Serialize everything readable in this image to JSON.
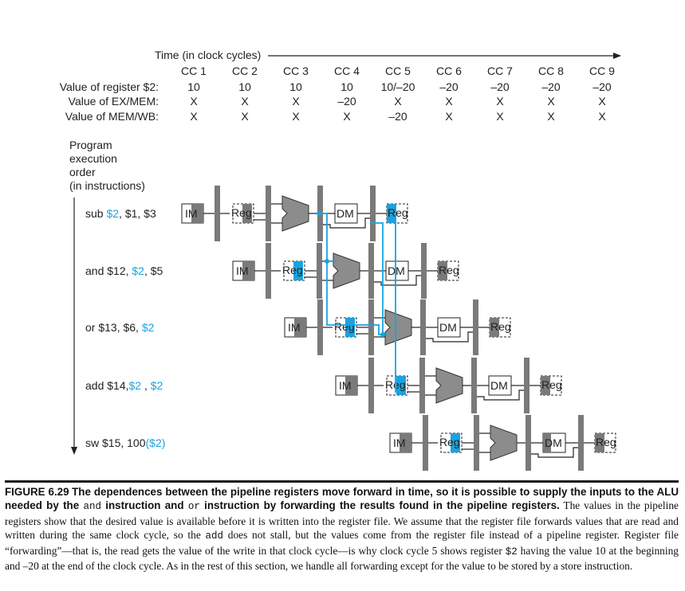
{
  "timeline": {
    "axis_label": "Time (in clock cycles)",
    "cycles": [
      "CC 1",
      "CC 2",
      "CC 3",
      "CC 4",
      "CC 5",
      "CC 6",
      "CC 7",
      "CC 8",
      "CC 9"
    ]
  },
  "value_table": {
    "rows": [
      {
        "label": "Value of register $2:",
        "values": [
          "10",
          "10",
          "10",
          "10",
          "10/–20",
          "–20",
          "–20",
          "–20",
          "–20"
        ]
      },
      {
        "label": "Value of EX/MEM:",
        "values": [
          "X",
          "X",
          "X",
          "–20",
          "X",
          "X",
          "X",
          "X",
          "X"
        ]
      },
      {
        "label": "Value of MEM/WB:",
        "values": [
          "X",
          "X",
          "X",
          "X",
          "–20",
          "X",
          "X",
          "X",
          "X"
        ]
      }
    ]
  },
  "program_order_label": [
    "Program",
    "execution",
    "order",
    "(in instructions)"
  ],
  "instructions": [
    {
      "parts": [
        {
          "text": "sub ",
          "hl": false
        },
        {
          "text": "$2",
          "hl": true
        },
        {
          "text": ", $1, $3",
          "hl": false
        }
      ]
    },
    {
      "parts": [
        {
          "text": "and $12,  ",
          "hl": false
        },
        {
          "text": "$2",
          "hl": true
        },
        {
          "text": ", $5",
          "hl": false
        }
      ]
    },
    {
      "parts": [
        {
          "text": "or $13, $6, ",
          "hl": false
        },
        {
          "text": "$2",
          "hl": true
        }
      ]
    },
    {
      "parts": [
        {
          "text": "add $14,",
          "hl": false
        },
        {
          "text": "$2",
          "hl": true
        },
        {
          "text": " , ",
          "hl": false
        },
        {
          "text": "$2",
          "hl": true
        }
      ]
    },
    {
      "parts": [
        {
          "text": "sw $15, 100",
          "hl": false
        },
        {
          "text": "($2)",
          "hl": true
        }
      ]
    }
  ],
  "stage_labels": {
    "im": "IM",
    "reg": "Reg",
    "dm": "DM"
  },
  "colors": {
    "highlight": "#1aa3df",
    "register_fill": "#7a7a7a",
    "alu_fill": "#8c8c8c",
    "text": "#222222"
  },
  "caption": {
    "label": "FIGURE 6.29",
    "title_segments": [
      {
        "text": "The dependences between the pipeline registers move forward in time, so it is possible to supply the inputs to the ALU needed by the ",
        "code": false
      },
      {
        "text": "and",
        "code": true
      },
      {
        "text": " instruction and ",
        "code": false
      },
      {
        "text": "or",
        "code": true
      },
      {
        "text": " instruction by forwarding the results found in the pipeline registers.",
        "code": false
      }
    ],
    "body_segments": [
      {
        "text": " The values in the pipeline registers show that the desired value is available before it is written into the register file. We assume that the register file forwards values that are read and written during the same clock cycle, so the ",
        "code": false
      },
      {
        "text": "add",
        "code": true
      },
      {
        "text": " does not stall, but the values come from the register file instead of a pipeline register. Register file “forwarding”—that is, the read gets the value of the write in that clock cycle—is why clock cycle 5 shows register ",
        "code": false
      },
      {
        "text": "$2",
        "code": true
      },
      {
        "text": " having the value 10 at the beginning and –20 at the end of the clock cycle. As in the rest of this section, we handle all forwarding except for the value to be stored by a store instruction.",
        "code": false
      }
    ]
  }
}
